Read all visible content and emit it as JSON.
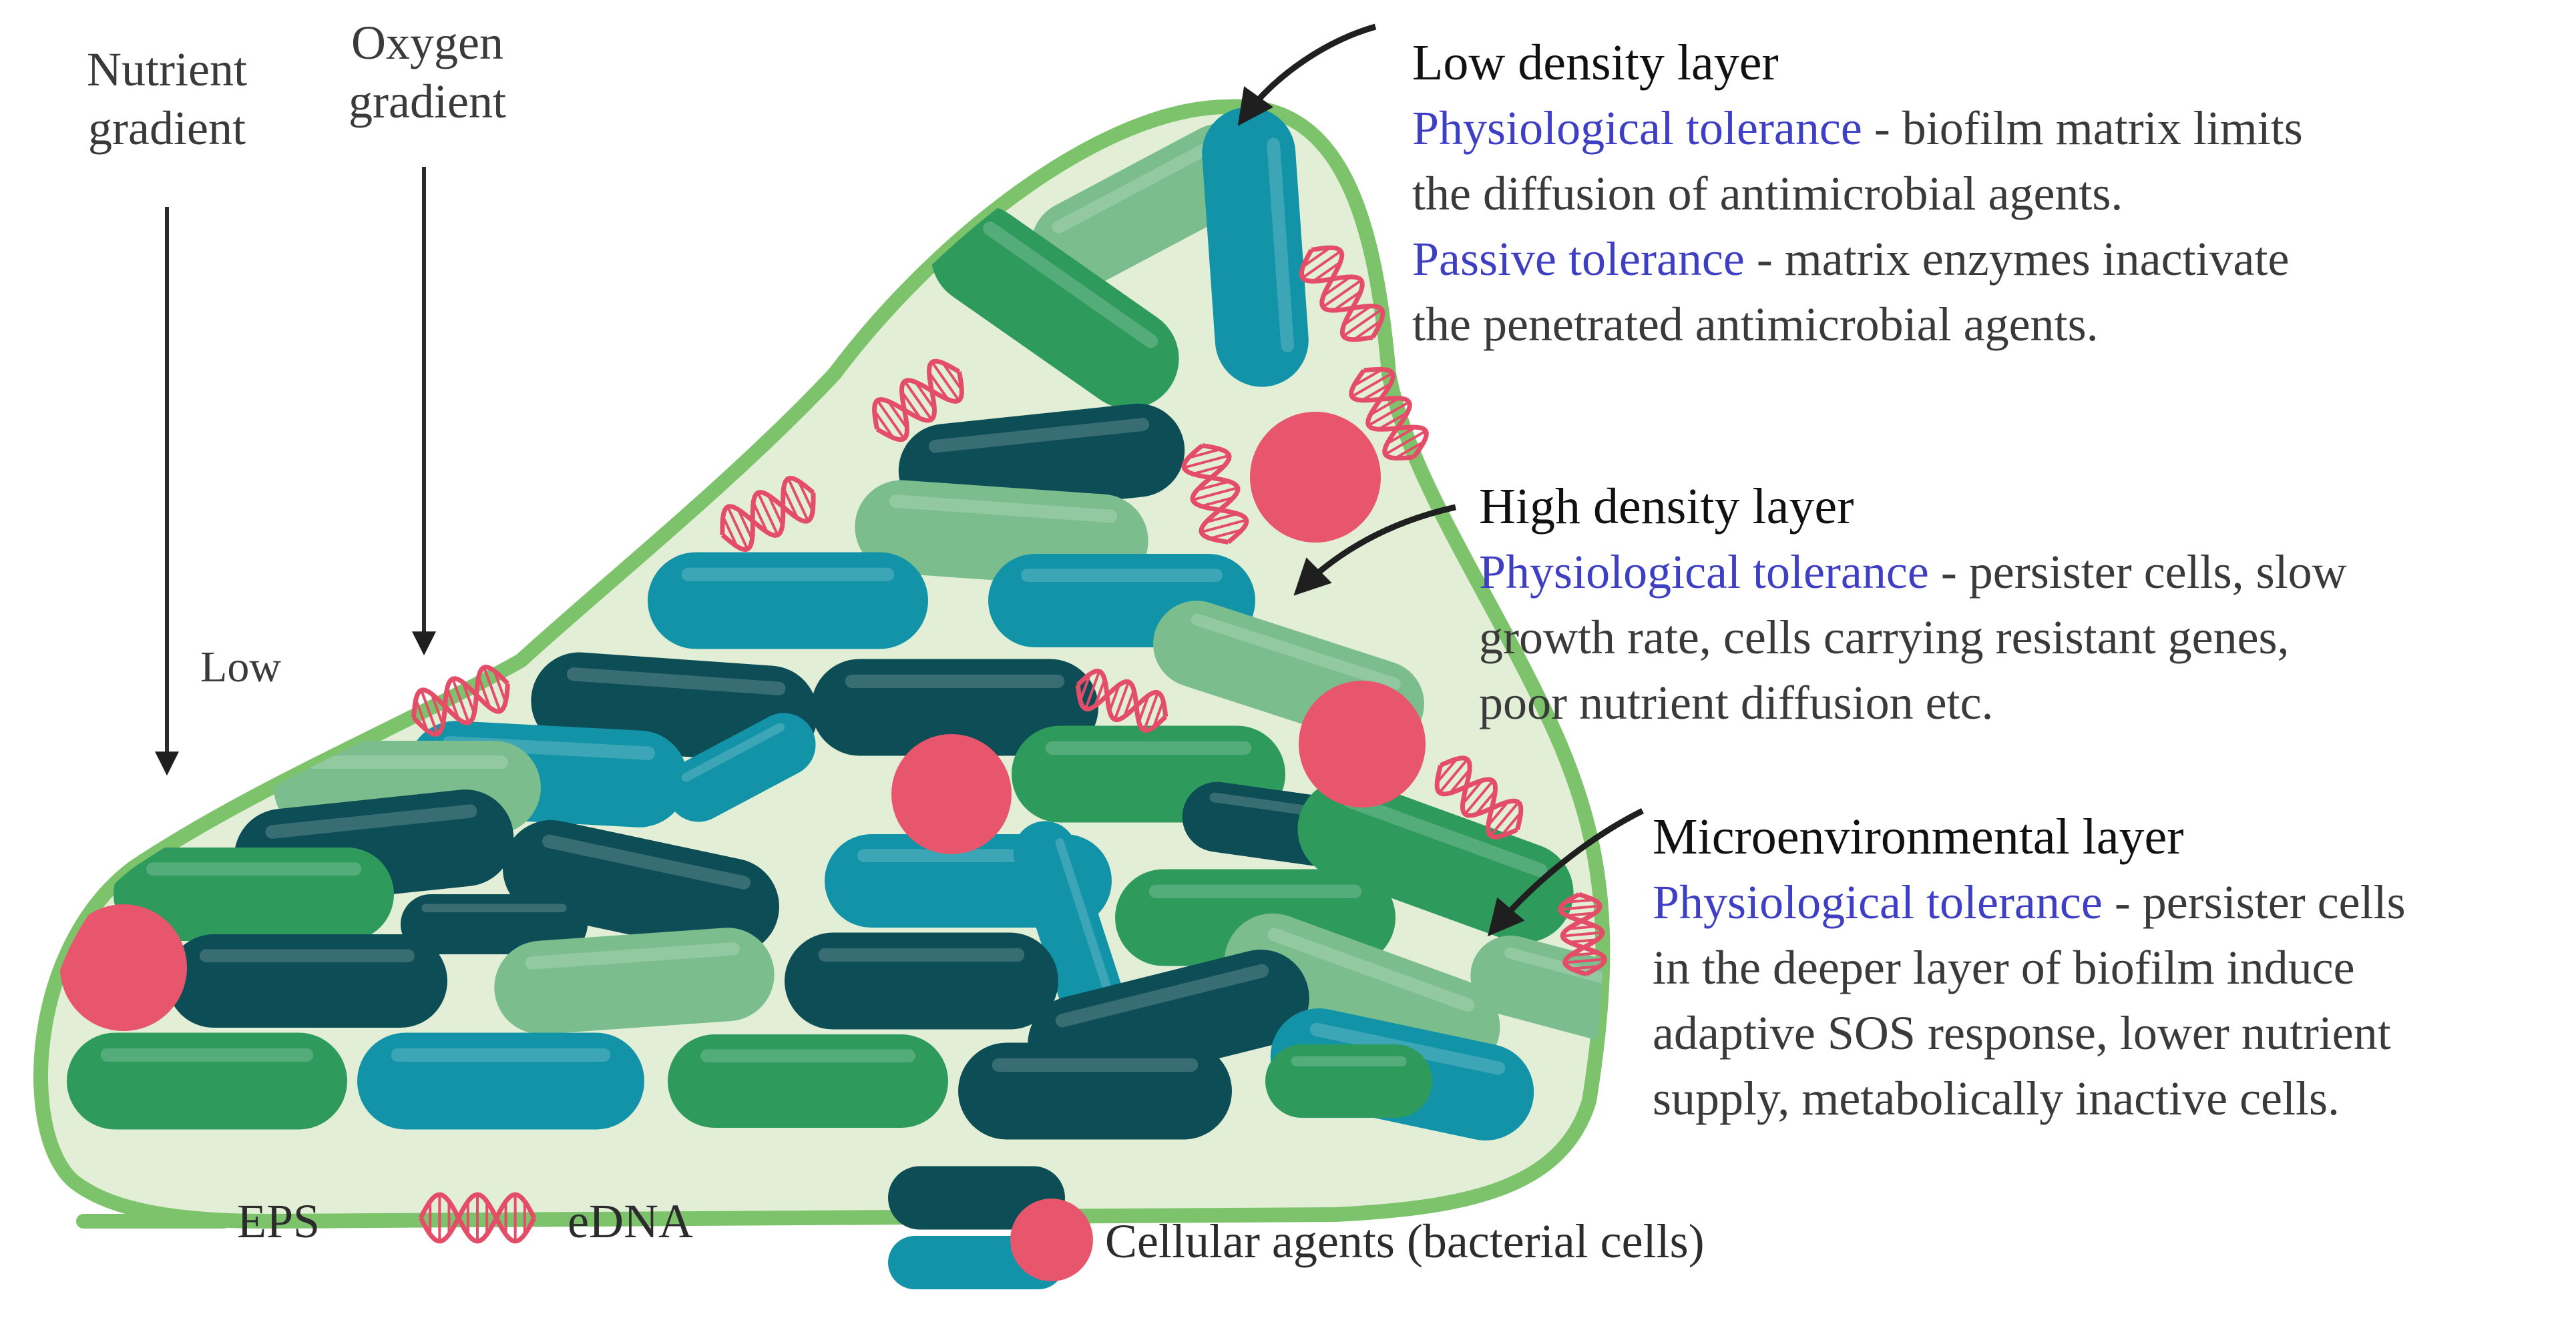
{
  "gradients": {
    "nutrient": [
      "Nutrient",
      "gradient"
    ],
    "oxygen": [
      "Oxygen",
      "gradient"
    ],
    "low_label": "Low"
  },
  "layers": {
    "low_density": {
      "title": "Low density layer",
      "lines": [
        {
          "hl": "Physiological tolerance",
          "rest": " - biofilm matrix limits"
        },
        {
          "hl": "",
          "rest": "the diffusion of antimicrobial agents."
        },
        {
          "hl": "Passive tolerance",
          "rest": " - matrix enzymes inactivate"
        },
        {
          "hl": "",
          "rest": "the penetrated antimicrobial agents."
        }
      ]
    },
    "high_density": {
      "title": "High density layer",
      "lines": [
        {
          "hl": "Physiological tolerance",
          "rest": " - persister cells, slow"
        },
        {
          "hl": "",
          "rest": "growth rate, cells carrying resistant genes,"
        },
        {
          "hl": "",
          "rest": "poor nutrient diffusion etc."
        }
      ]
    },
    "microenvironmental": {
      "title": "Microenvironmental layer",
      "lines": [
        {
          "hl": "Physiological tolerance",
          "rest": " - persister cells"
        },
        {
          "hl": "",
          "rest": "in the deeper layer of biofilm induce"
        },
        {
          "hl": "",
          "rest": "adaptive SOS response, lower nutrient"
        },
        {
          "hl": "",
          "rest": "supply, metabolically inactive cells."
        }
      ]
    }
  },
  "legend": {
    "eps": "EPS",
    "edna": "eDNA",
    "cells": "Cellular agents (bacterial cells)"
  },
  "colors": {
    "eps_outline": "#7dc36b",
    "matrix_fill": "#e2efd6",
    "green_cell": "#2e9a5c",
    "light_green_cell": "#7bbd8c",
    "teal_cell": "#1293a8",
    "dark_teal_cell": "#0d4d55",
    "pink_cell": "#e8566e",
    "edna": "#e44d68",
    "highlight_text": "#3f3fc4",
    "arrow": "#1f1f1f"
  }
}
